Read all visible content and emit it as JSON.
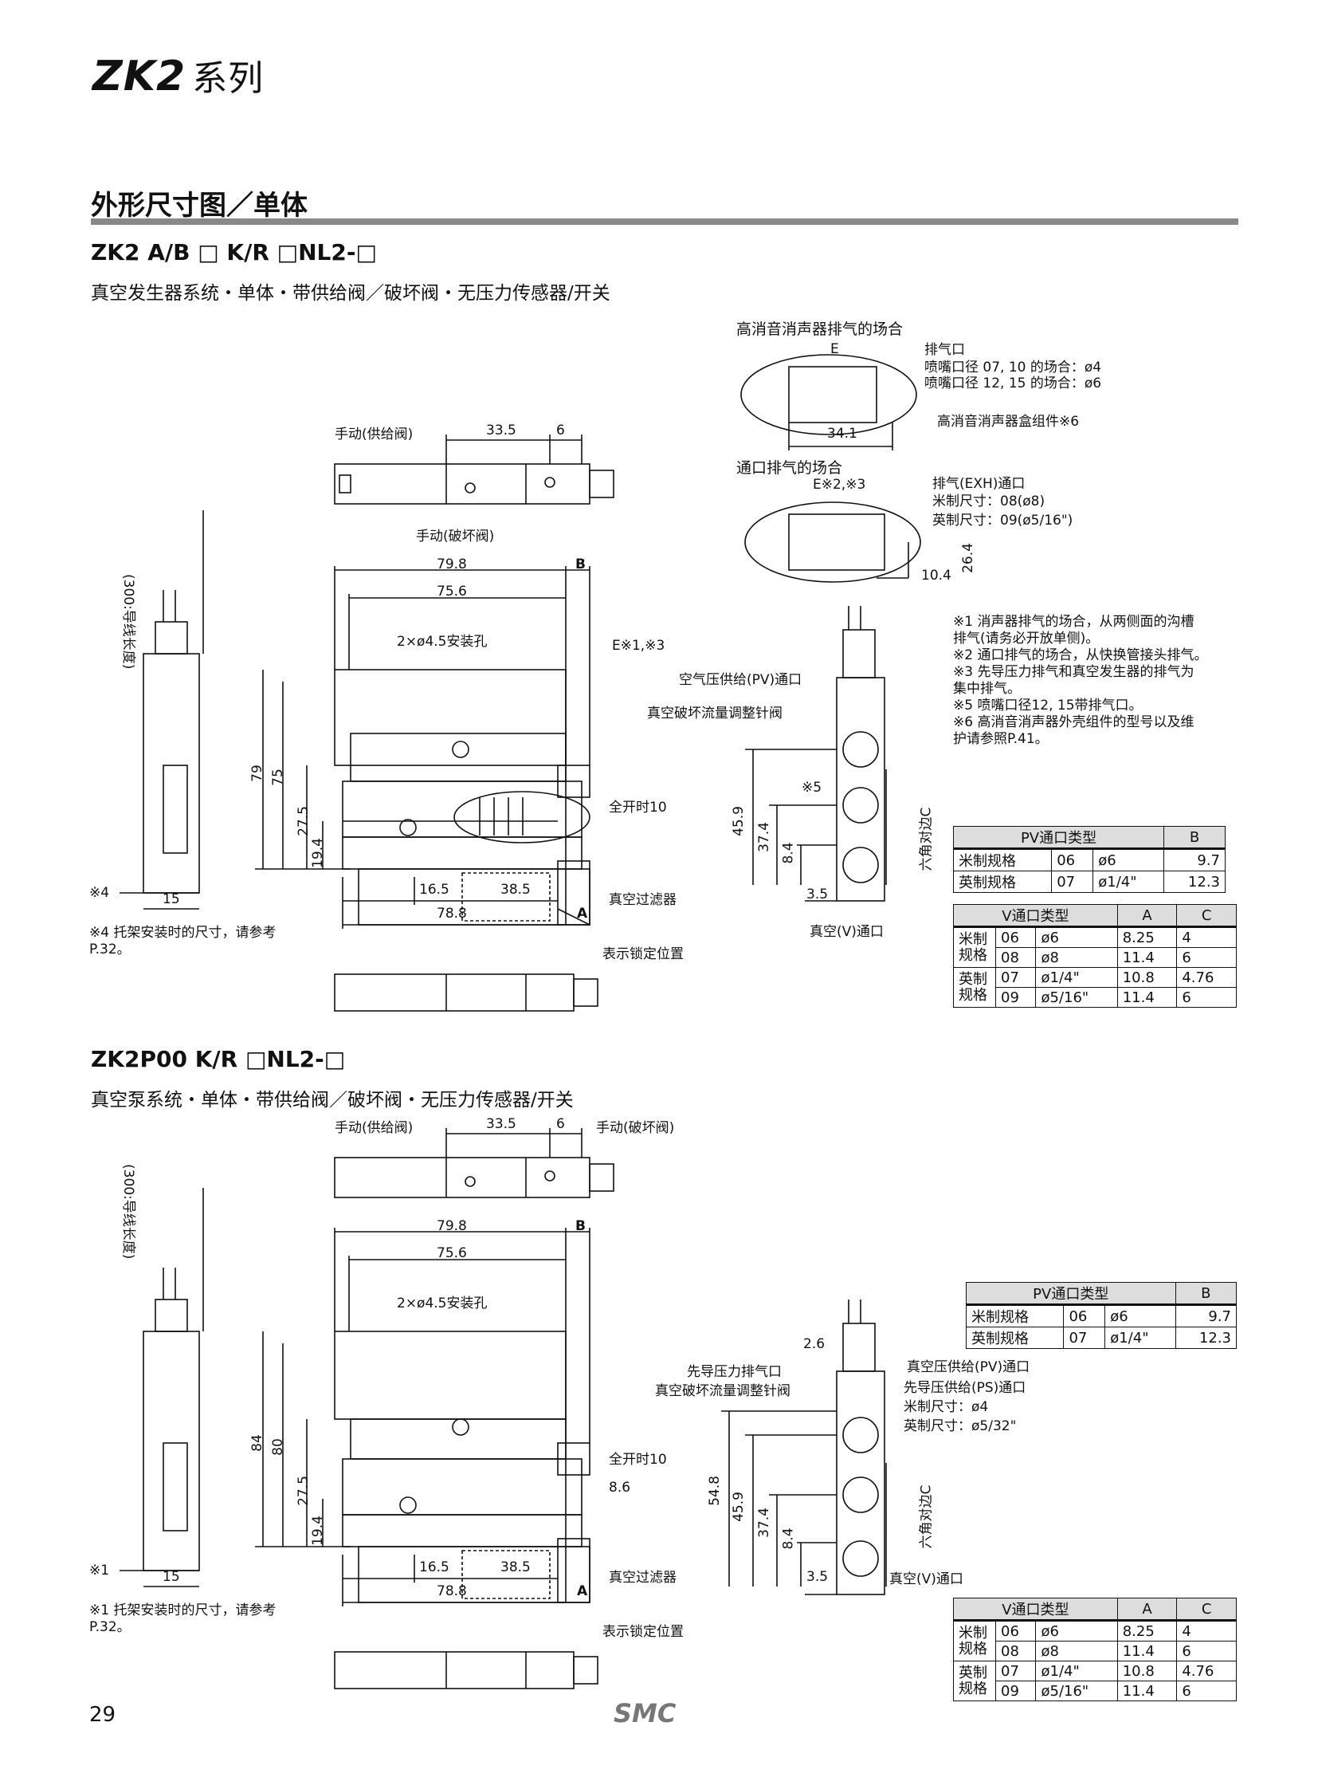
{
  "header": {
    "series": "ZK2",
    "series_suffix": "系列"
  },
  "section": {
    "title": "外形尺寸图／单体"
  },
  "block1": {
    "model": "ZK2 A/B □ K/R □NL2-□",
    "subtitle": "真空发生器系统・单体・带供给阀／破坏阀・无压力传感器/开关",
    "labels": {
      "manual_supply": "手动(供给阀)",
      "manual_break": "手动(破坏阀)",
      "mount_holes": "2×ø4.5安装孔",
      "e_note": "E※1,※3",
      "pv_port": "空气压供给(PV)通口",
      "break_valve": "真空破坏流量调整针阀",
      "full_open": "全开时10",
      "filter": "真空过滤器",
      "lock_pos": "表示锁定位置",
      "v_port": "真空(V)通口",
      "hex": "六角对边C",
      "wire": "(300:导线长度)",
      "n4": "※4",
      "n5": "※5"
    },
    "dims": {
      "d33_5": "33.5",
      "d6": "6",
      "d79_8": "79.8",
      "d75_6": "75.6",
      "dB": "B",
      "dA": "A",
      "d79": "79",
      "d75": "75",
      "d27_5": "27.5",
      "d19_4": "19.4",
      "d16_5": "16.5",
      "d38_5": "38.5",
      "d78_8": "78.8",
      "d15": "15",
      "d45_9": "45.9",
      "d37_4": "37.4",
      "d8_4": "8.4",
      "d3_5": "3.5"
    },
    "footnote": "※4  托架安装时的尺寸，请参考 P.32。"
  },
  "silencer": {
    "title": "高消音消声器排气的场合",
    "e": "E",
    "exhaust": "排气口",
    "line1": "喷嘴口径 07, 10 的场合：ø4",
    "line2": "喷嘴口径 12, 15 的场合：ø6",
    "dim": "34.1",
    "kit": "高消音消声器盒组件※6"
  },
  "port_exhaust": {
    "title": "通口排气的场合",
    "e": "E※2,※3",
    "exh": "排气(EXH)通口",
    "metric": "米制尺寸：08(ø8)",
    "inch": "英制尺寸：09(ø5/16\")",
    "d10_4": "10.4",
    "d26_4": "26.4"
  },
  "notes": [
    "※1  消声器排气的场合，从两侧面的沟槽",
    "      排气(请务必开放单侧)。",
    "※2  通口排气的场合，从快换管接头排气。",
    "※3  先导压力排气和真空发生器的排气为",
    "      集中排气。",
    "※5  喷嘴口径12, 15带排气口。",
    "※6  高消音消声器外壳组件的型号以及维",
    "      护请参照P.41。"
  ],
  "pv_table": {
    "header": [
      "PV通口类型",
      "",
      "",
      "B"
    ],
    "rows": [
      [
        "米制规格",
        "06",
        "ø6",
        "9.7"
      ],
      [
        "英制规格",
        "07",
        "ø1/4\"",
        "12.3"
      ]
    ]
  },
  "v_table": {
    "header": [
      "V通口类型",
      "",
      "",
      "A",
      "C"
    ],
    "groups": [
      {
        "label": "米制规格",
        "rows": [
          [
            "06",
            "ø6",
            "8.25",
            "4"
          ],
          [
            "08",
            "ø8",
            "11.4",
            "6"
          ]
        ]
      },
      {
        "label": "英制规格",
        "rows": [
          [
            "07",
            "ø1/4\"",
            "10.8",
            "4.76"
          ],
          [
            "09",
            "ø5/16\"",
            "11.4",
            "6"
          ]
        ]
      }
    ]
  },
  "block2": {
    "model": "ZK2P00 K/R □NL2-□",
    "subtitle": "真空泵系统・单体・带供给阀／破坏阀・无压力传感器/开关",
    "labels": {
      "manual_supply": "手动(供给阀)",
      "manual_break": "手动(破坏阀)",
      "mount_holes": "2×ø4.5安装孔",
      "pilot_exh": "先导压力排气口",
      "break_valve": "真空破坏流量调整针阀",
      "pv_port": "真空压供给(PV)通口",
      "ps_port": "先导压供给(PS)通口",
      "ps_metric": "米制尺寸：ø4",
      "ps_inch": "英制尺寸：ø5/32\"",
      "full_open": "全开时10",
      "filter": "真空过滤器",
      "lock_pos": "表示锁定位置",
      "v_port": "真空(V)通口",
      "hex": "六角对边C",
      "wire": "(300:导线长度)",
      "n1": "※1"
    },
    "dims": {
      "d33_5": "33.5",
      "d6": "6",
      "d79_8": "79.8",
      "d75_6": "75.6",
      "dB": "B",
      "dA": "A",
      "d84": "84",
      "d80": "80",
      "d27_5": "27.5",
      "d19_4": "19.4",
      "d16_5": "16.5",
      "d38_5": "38.5",
      "d78_8": "78.8",
      "d15": "15",
      "d8_6": "8.6",
      "d2_6": "2.6",
      "d54_8": "54.8",
      "d45_9": "45.9",
      "d37_4": "37.4",
      "d8_4": "8.4",
      "d3_5": "3.5"
    },
    "footnote": "※1  托架安装时的尺寸，请参考 P.32。"
  },
  "pv_table2": {
    "header": [
      "PV通口类型",
      "",
      "",
      "B"
    ],
    "rows": [
      [
        "米制规格",
        "06",
        "ø6",
        "9.7"
      ],
      [
        "英制规格",
        "07",
        "ø1/4\"",
        "12.3"
      ]
    ]
  },
  "v_table2": {
    "header": [
      "V通口类型",
      "",
      "",
      "A",
      "C"
    ],
    "groups": [
      {
        "label": "米制规格",
        "rows": [
          [
            "06",
            "ø6",
            "8.25",
            "4"
          ],
          [
            "08",
            "ø8",
            "11.4",
            "6"
          ]
        ]
      },
      {
        "label": "英制规格",
        "rows": [
          [
            "07",
            "ø1/4\"",
            "10.8",
            "4.76"
          ],
          [
            "09",
            "ø5/16\"",
            "11.4",
            "6"
          ]
        ]
      }
    ]
  },
  "footer": {
    "page": "29",
    "logo": "SMC"
  }
}
